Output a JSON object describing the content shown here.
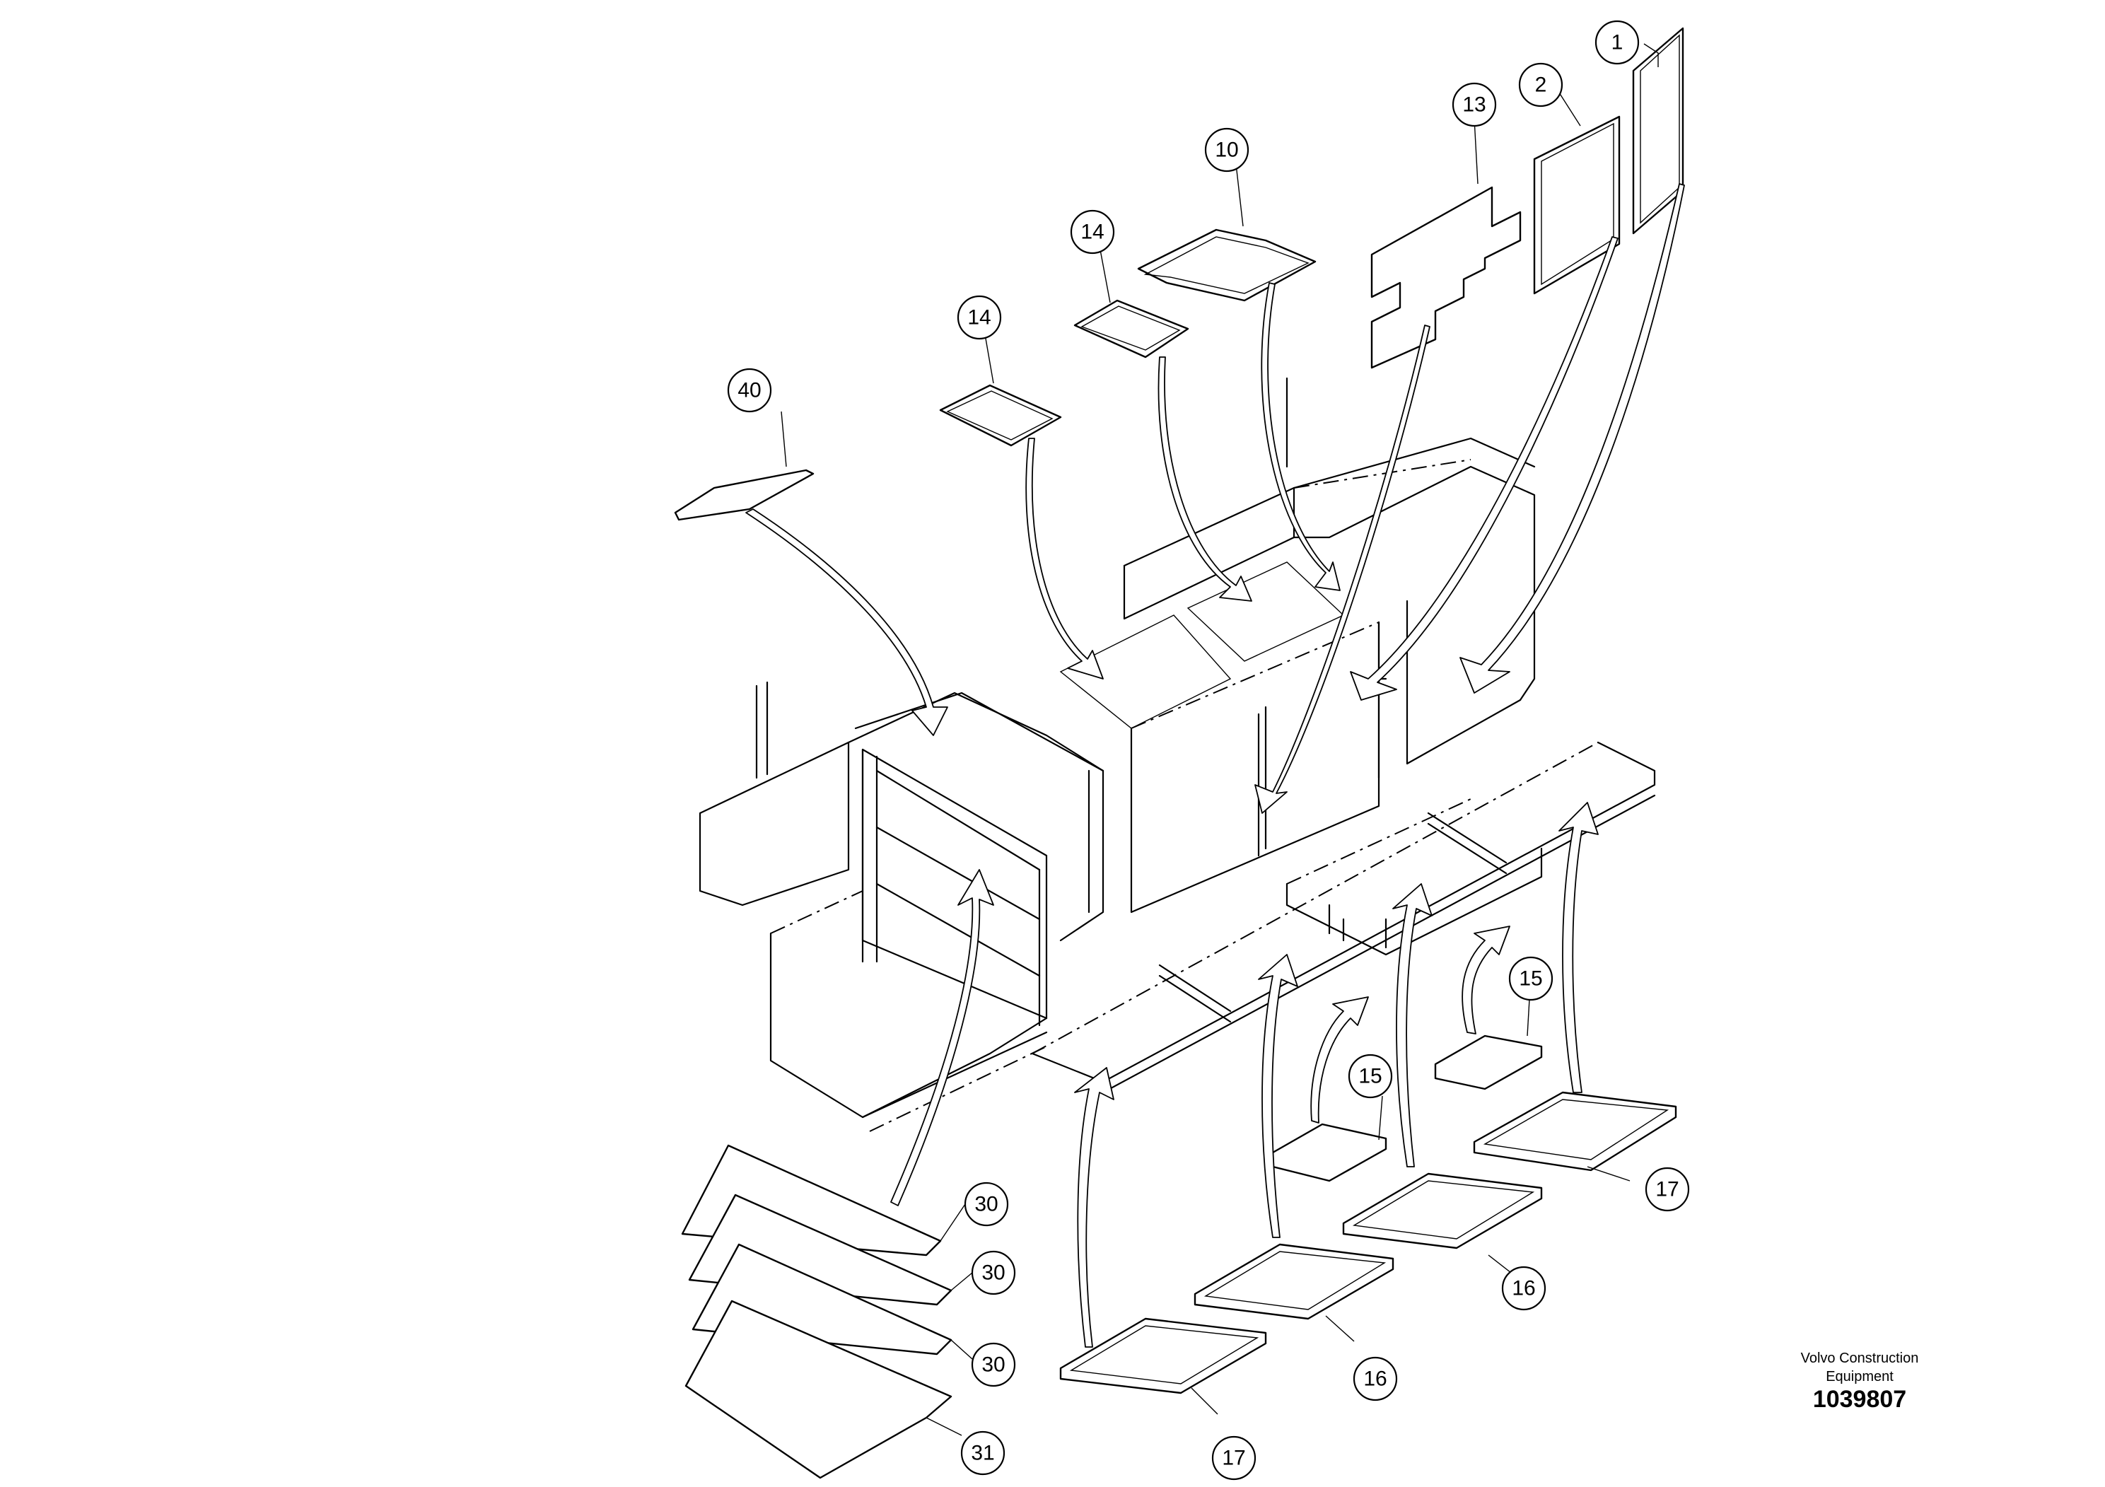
{
  "callouts": [
    {
      "id": "c1",
      "label": "1"
    },
    {
      "id": "c2",
      "label": "2"
    },
    {
      "id": "c13",
      "label": "13"
    },
    {
      "id": "c10",
      "label": "10"
    },
    {
      "id": "c14a",
      "label": "14"
    },
    {
      "id": "c14b",
      "label": "14"
    },
    {
      "id": "c40",
      "label": "40"
    },
    {
      "id": "c15a",
      "label": "15"
    },
    {
      "id": "c15b",
      "label": "15"
    },
    {
      "id": "c17a",
      "label": "17"
    },
    {
      "id": "c16a",
      "label": "16"
    },
    {
      "id": "c16b",
      "label": "16"
    },
    {
      "id": "c17b",
      "label": "17"
    },
    {
      "id": "c30a",
      "label": "30"
    },
    {
      "id": "c30b",
      "label": "30"
    },
    {
      "id": "c30c",
      "label": "30"
    },
    {
      "id": "c31",
      "label": "31"
    }
  ],
  "brand": {
    "line1": "Volvo Construction",
    "line2": "Equipment"
  },
  "drawing_number": "1039807"
}
